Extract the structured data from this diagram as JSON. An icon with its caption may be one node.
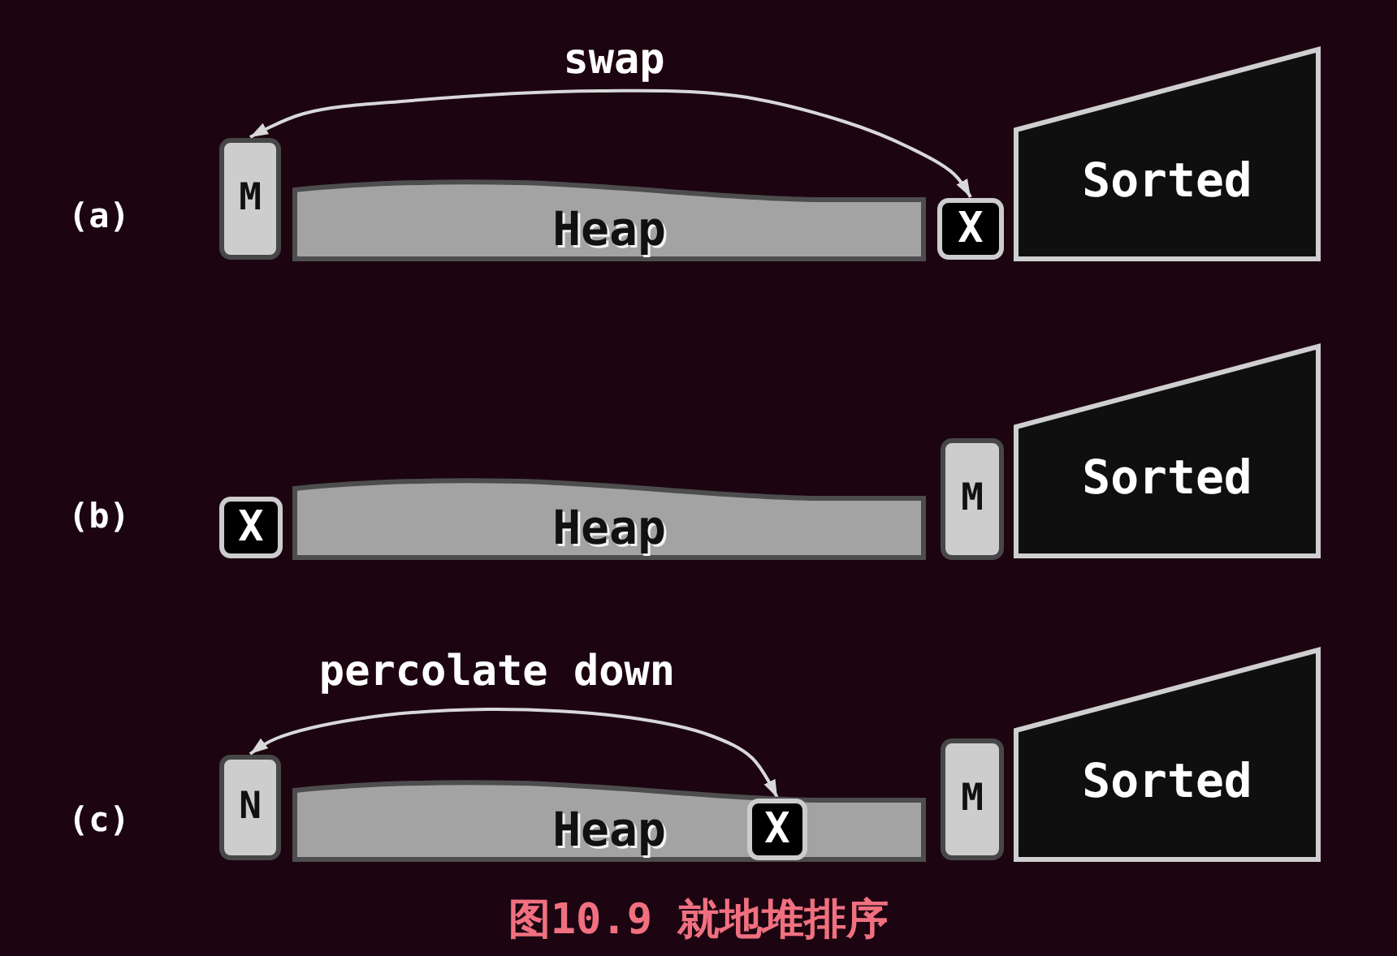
{
  "diagram": {
    "caption": "图10.9 就地堆排序",
    "nodes": [
      {
        "text": [
          "M"
        ]
      },
      {
        "text": [
          "Heap"
        ]
      },
      {
        "text": [
          "X"
        ]
      },
      {
        "text": [
          "Sorted"
        ]
      },
      {
        "text": [
          "X"
        ]
      },
      {
        "text": [
          "Heap"
        ]
      },
      {
        "text": [
          "M"
        ]
      },
      {
        "text": [
          "Sorted"
        ]
      },
      {
        "text": [
          "N"
        ]
      },
      {
        "text": [
          "Heap"
        ]
      },
      {
        "text": [
          "X"
        ],
        "in": 9
      },
      {
        "text": [
          "M"
        ]
      },
      {
        "text": [
          "Sorted"
        ]
      }
    ],
    "edges": [
      {
        "from": 0,
        "to": 2,
        "arrow": "both",
        "label": "swap"
      },
      {
        "from": 8,
        "to": 10,
        "arrow": "both",
        "label": "percolate down"
      }
    ],
    "labels": [
      "(a)",
      "(b)",
      "(c)"
    ]
  }
}
